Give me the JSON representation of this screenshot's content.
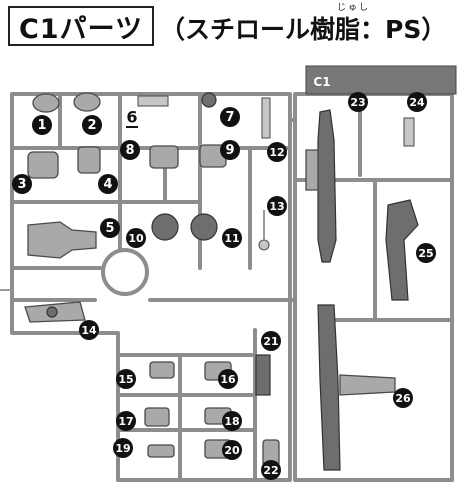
{
  "header": {
    "title": "C1パーツ",
    "note": "（スチロール樹脂：PS）",
    "furigana": "じゅし"
  },
  "runner": {
    "tag": "C1"
  },
  "parts": [
    {
      "id": 1,
      "label": "1"
    },
    {
      "id": 2,
      "label": "2"
    },
    {
      "id": 3,
      "label": "3"
    },
    {
      "id": 4,
      "label": "4"
    },
    {
      "id": 5,
      "label": "5"
    },
    {
      "id": 6,
      "label": "6",
      "underlined": true
    },
    {
      "id": 7,
      "label": "7"
    },
    {
      "id": 8,
      "label": "8"
    },
    {
      "id": 9,
      "label": "9"
    },
    {
      "id": 10,
      "label": "10"
    },
    {
      "id": 11,
      "label": "11"
    },
    {
      "id": 12,
      "label": "12"
    },
    {
      "id": 13,
      "label": "13"
    },
    {
      "id": 14,
      "label": "14"
    },
    {
      "id": 15,
      "label": "15"
    },
    {
      "id": 16,
      "label": "16"
    },
    {
      "id": 17,
      "label": "17"
    },
    {
      "id": 18,
      "label": "18"
    },
    {
      "id": 19,
      "label": "19"
    },
    {
      "id": 20,
      "label": "20"
    },
    {
      "id": 21,
      "label": "21"
    },
    {
      "id": 22,
      "label": "22"
    },
    {
      "id": 23,
      "label": "23"
    },
    {
      "id": 24,
      "label": "24"
    },
    {
      "id": 25,
      "label": "25"
    },
    {
      "id": 26,
      "label": "26"
    }
  ],
  "colors": {
    "badge": "#111111",
    "runner": "#8d8d8d",
    "part": "#a9a9a9",
    "tag_bg": "#777777"
  }
}
